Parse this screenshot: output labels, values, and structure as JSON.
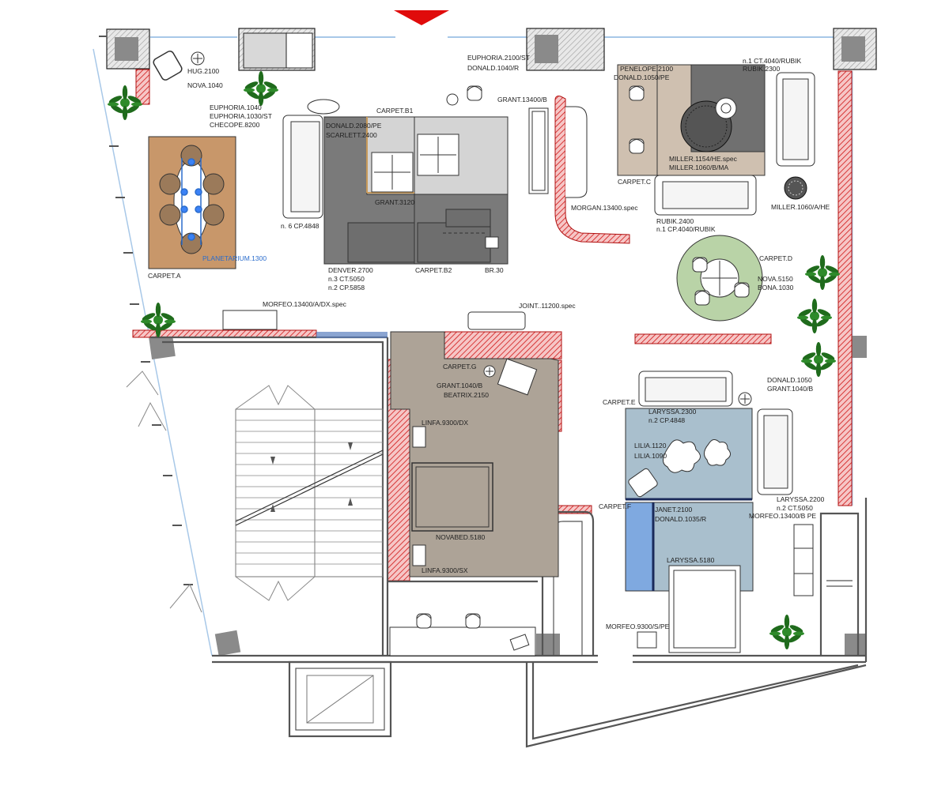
{
  "labels": {
    "hug": "HUG.2100",
    "nova1040": "NOVA.1040",
    "euphoria2100": "EUPHORIA.2100/ST",
    "donald1040": "DONALD.1040/R",
    "grant13400": "GRANT.13400/B",
    "euphoria1040": "EUPHORIA.1040",
    "euphoria1030": "EUPHORIA.1030/ST",
    "checope": "CHECOPE.8200",
    "carpetB1": "CARPET.B1",
    "donald2080": "DONALD.2080/PE",
    "scarlett": "SCARLETT.2400",
    "grant3120": "GRANT.3120",
    "n6cp": "n. 6 CP.4848",
    "planetarium": "PLANETARIUM.1300",
    "carpetA": "CARPET.A",
    "denver": "DENVER.2700",
    "n3ct": "n.3 CT.5050",
    "n2cp5858": "n.2 CP.5858",
    "carpetB2": "CARPET.B2",
    "br30": "BR.30",
    "penelope": "PENELOPE.2100",
    "donald1050pe": "DONALD.1050/PE",
    "n1ct4040": "n.1 CT.4040/RUBIK",
    "rubik2300": "RUBIK.2300",
    "miller1154": "MILLER.1154/HE.spec",
    "miller1060bma": "MILLER.1060/B/MA",
    "carpetC": "CARPET.C",
    "morgan": "MORGAN.13400.spec",
    "rubik2400": "RUBIK.2400",
    "n1cp4040": "n.1 CP.4040/RUBIK",
    "miller1060ahe": "MILLER.1060/A/HE",
    "carpetD": "CARPET.D",
    "nova5150": "NOVA.5150",
    "bona1030": "BONA.1030",
    "morfeo13400": "MORFEO.13400/A/DX.spec",
    "joint": "JOINT..11200.spec",
    "carpetG": "CARPET.G",
    "grant1040b": "GRANT.1040/B",
    "beatrix": "BEATRIX.2150",
    "linfaDX": "LINFA.9300/DX",
    "novabed": "NOVABED.5180",
    "linfaSX": "LINFA.9300/SX",
    "donald1050": "DONALD.1050",
    "grant1040b2": "GRANT.1040/B",
    "carpetE": "CARPET.E",
    "laryssa2300": "LARYSSA.2300",
    "n2cp4848": "n.2 CP.4848",
    "lilia1120": "LILIA.1120",
    "lilia1090": "LILIA.1090",
    "carpetF": "CARPET.F",
    "janet": "JANET.2100",
    "donald1035": "DONALD.1035/R",
    "laryssa2200": "LARYSSA.2200",
    "n2ct5050": "n.2 CT.5050",
    "morfeo13400bpe": "MORFEO.13400/B PE",
    "laryssa5180": "LARYSSA.5180",
    "morfeo9300": "MORFEO.9300/S/PE"
  },
  "colors": {
    "carpetA": "#c8976a",
    "carpetB1": "#d4d4d4",
    "carpetB2": "#6e6e6e",
    "carpetBdark": "#7a7a7a",
    "carpetC": "#cfc0b0",
    "carpetCdark": "#707070",
    "carpetD": "#b9d3a7",
    "carpetG": "#ada397",
    "carpetE": "#a9bfcd",
    "carpetF": "#7fa9e0",
    "accentRed": "#e00b0b",
    "glass": "#a8c8e8",
    "plant": "#1f6b1c"
  },
  "icons": {
    "northArrow": "triangle-down-icon",
    "plant": "plant-icon",
    "column": "column-hatched-icon"
  }
}
